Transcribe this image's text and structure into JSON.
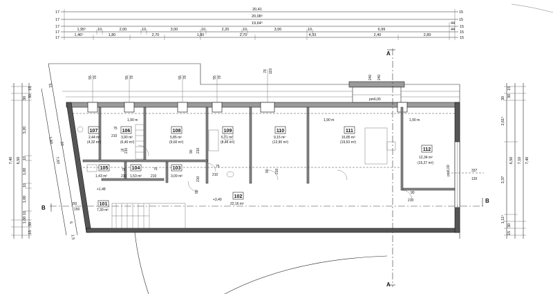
{
  "dims_top": {
    "row1": {
      "total": "20,41",
      "left": "17",
      "right": "15"
    },
    "row2": {
      "total": "20,08⁵",
      "left": "17",
      "right": "15"
    },
    "row3": {
      "total": "19,64⁵",
      "left": "17",
      "r1": "44",
      "r2": "15"
    },
    "row4": {
      "left": "17",
      "values": [
        "1,95⁵",
        "10",
        "2,00",
        "10",
        "3,00",
        "10",
        "2,20",
        "10",
        "3,00",
        "10",
        "6,99"
      ],
      "r1": "44",
      "r2": "15"
    },
    "row5": {
      "left": "17",
      "values": [
        "1,46⁵",
        "1,80",
        "2,70",
        "1,80",
        "2,70",
        "4,33",
        "2,40",
        "2,89"
      ],
      "r2": "15"
    }
  },
  "dims_left": {
    "outer": [
      "15",
      "30",
      "30",
      "3,20",
      "10",
      "1,00",
      "10",
      "1,00",
      "10",
      "1,00",
      "30",
      "15"
    ],
    "mid": [
      "7,40",
      "6,50"
    ],
    "diag": [
      "1,80",
      "7,60",
      "61",
      "20",
      "5",
      "1,5"
    ]
  },
  "dims_right": {
    "outer": [
      "15",
      "30",
      "30",
      "2,61⁵",
      "3,37",
      "1,11⁵",
      "30",
      "15"
    ],
    "mid": [
      "6,50",
      "7,10",
      "7,40"
    ]
  },
  "chimney_marks": [
    "55",
    "78",
    "55",
    "78",
    "55",
    "78",
    "55",
    "78",
    "78",
    "119",
    "240",
    "240"
  ],
  "rooms": [
    {
      "no": "107",
      "area": "2,44 m²",
      "sub": "(4,32 m²)"
    },
    {
      "no": "106",
      "area": "3,90 m²",
      "sub": "(6,40 m²)"
    },
    {
      "no": "108",
      "area": "5,85 m²",
      "sub": "(9,60 m²)"
    },
    {
      "no": "109",
      "area": "6,71 m²",
      "sub": "(8,46 m²)"
    },
    {
      "no": "110",
      "area": "9,15 m²",
      "sub": "(12,90 m²)"
    },
    {
      "no": "111",
      "area": "16,85 m²",
      "sub": "(19,53 m²)"
    },
    {
      "no": "112",
      "area": "12,34 m²",
      "sub": "(15,27 m²)"
    },
    {
      "no": "105",
      "area": "1,43 m²",
      "sub": ""
    },
    {
      "no": "104",
      "area": "1,53 m²",
      "sub": ""
    },
    {
      "no": "103",
      "area": "3,09 m²",
      "sub": ""
    },
    {
      "no": "102",
      "area": "22,16 m²",
      "sub": ""
    },
    {
      "no": "101",
      "area": "7,39 m²",
      "sub": ""
    }
  ],
  "labels": {
    "h190a": "1,90 m",
    "h190b": "1,90 m",
    "h190c": "1,90 m",
    "pm600a": "pm6,00",
    "pm600b": "pm6,00",
    "lvl148": "+1,48",
    "lvl340": "+3,40",
    "d75a": "75",
    "d210a": "210",
    "d75b": "75",
    "d210b": "210",
    "d75c": "75",
    "d210c": "210",
    "d75d": "75",
    "d210d": "210",
    "d90a": "90",
    "d210e": "210",
    "d90b": "90",
    "d210f": "210",
    "d90c": "90",
    "d210g": "210",
    "d75e": "75",
    "d210h": "210",
    "d90d": "90",
    "d210i": "210",
    "w337": "337",
    "w120": "120",
    "s150a": "150",
    "s150b": "150",
    "secA_top": "A",
    "secA_bot": "A",
    "secB_left": "B",
    "secB_right": "B"
  }
}
